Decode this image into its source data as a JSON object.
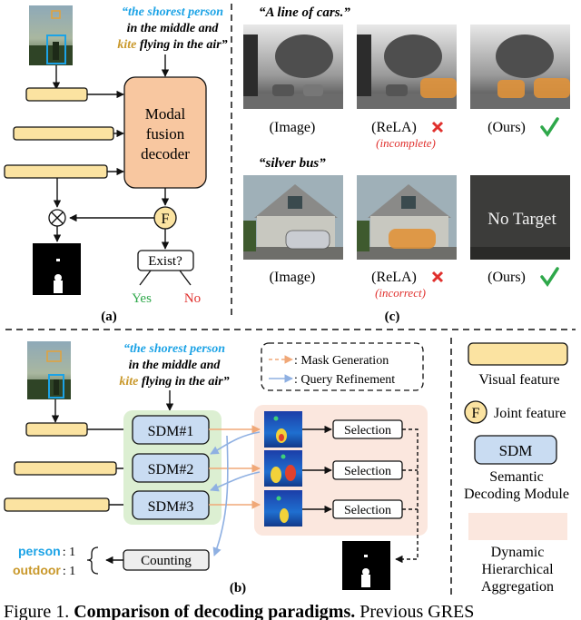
{
  "panel_a": {
    "query_line1": "“the shorest person",
    "query_line2": "in the middle and",
    "query_line3_word": "kite",
    "query_line3_rest": " flying in the air”",
    "decoder_line1": "Modal",
    "decoder_line2": "fusion",
    "decoder_line3": "decoder",
    "joint_symbol": "F",
    "exist_label": "Exist?",
    "yes_label": "Yes",
    "no_label": "No",
    "panel_label": "(a)"
  },
  "panel_c": {
    "example1_query": "“A line of cars.”",
    "example2_query": "“silver bus”",
    "image_caption": "(Image)",
    "rela_caption": "(ReLA)",
    "ours_caption": "(Ours)",
    "incomplete_note": "(incomplete)",
    "incorrect_note": "(incorrect)",
    "no_target_text": "No Target",
    "panel_label": "(c)"
  },
  "panel_b": {
    "query_line1": "“the shorest person",
    "query_line2": "in the middle and",
    "query_line3_word": "kite",
    "query_line3_rest": " flying in the air”",
    "legend_mask": ": Mask Generation",
    "legend_query": ": Query Refinement",
    "sdm1": "SDM#1",
    "sdm2": "SDM#2",
    "sdm3": "SDM#3",
    "selection": "Selection",
    "counting": "Counting",
    "count_person_word": "person",
    "count_person_value": ": 1",
    "count_outdoor_word": "outdoor",
    "count_outdoor_value": ": 1",
    "panel_label": "(b)"
  },
  "legend": {
    "visual_feature": "Visual feature",
    "joint_symbol": "F",
    "joint_feature": "Joint feature",
    "sdm_box": "SDM",
    "sdm_line1": "Semantic",
    "sdm_line2": "Decoding Module",
    "dha_line1": "Dynamic",
    "dha_line2": "Hierarchical",
    "dha_line3": "Aggregation"
  },
  "caption": {
    "prefix": "Figure 1. ",
    "bold": "Comparison of decoding paradigms.",
    "rest": " Previous GRES"
  },
  "colors": {
    "feature_fill": "#fbe3a1",
    "decoder_fill": "#f8c7a0",
    "sdm_fill": "#c9dcf2",
    "sdm_group": "#dcefd2",
    "dha_fill": "#fbe7de",
    "cyan_text": "#1ca3e6",
    "gold_text": "#c9982a",
    "green": "#2ea84a",
    "red": "#e0302d",
    "orange_arrow": "#f0a878",
    "blue_arrow": "#8fb0e2"
  }
}
